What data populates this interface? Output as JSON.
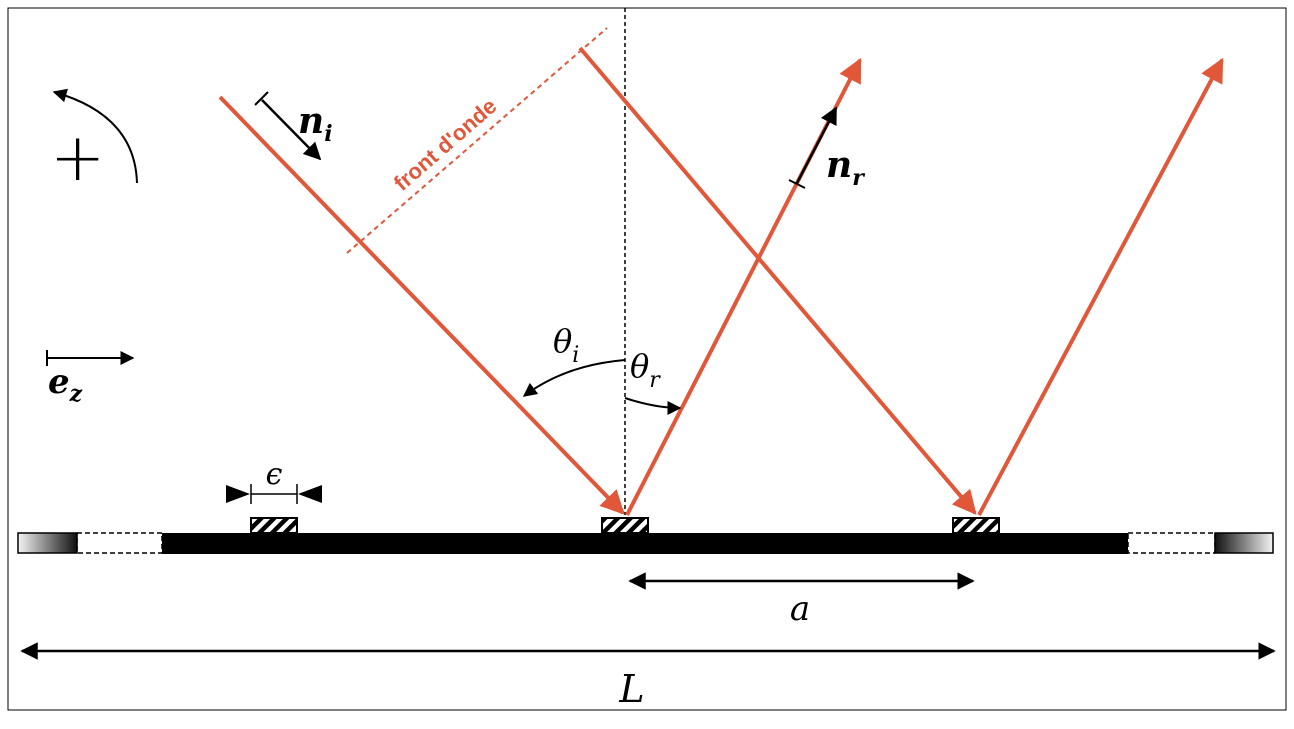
{
  "labels": {
    "wavefront": "front d'onde",
    "n_i": "n",
    "n_i_sub": "i",
    "n_r": "n",
    "n_r_sub": "r",
    "theta_i": "θ",
    "theta_i_sub": "i",
    "theta_r": "θ",
    "theta_r_sub": "r",
    "e_z": "e",
    "e_z_sub": "z",
    "epsilon": "ϵ",
    "a": "a",
    "L": "L",
    "rotation_sign": "+"
  },
  "colors": {
    "ray": "#e0573a",
    "ink": "#000000"
  }
}
